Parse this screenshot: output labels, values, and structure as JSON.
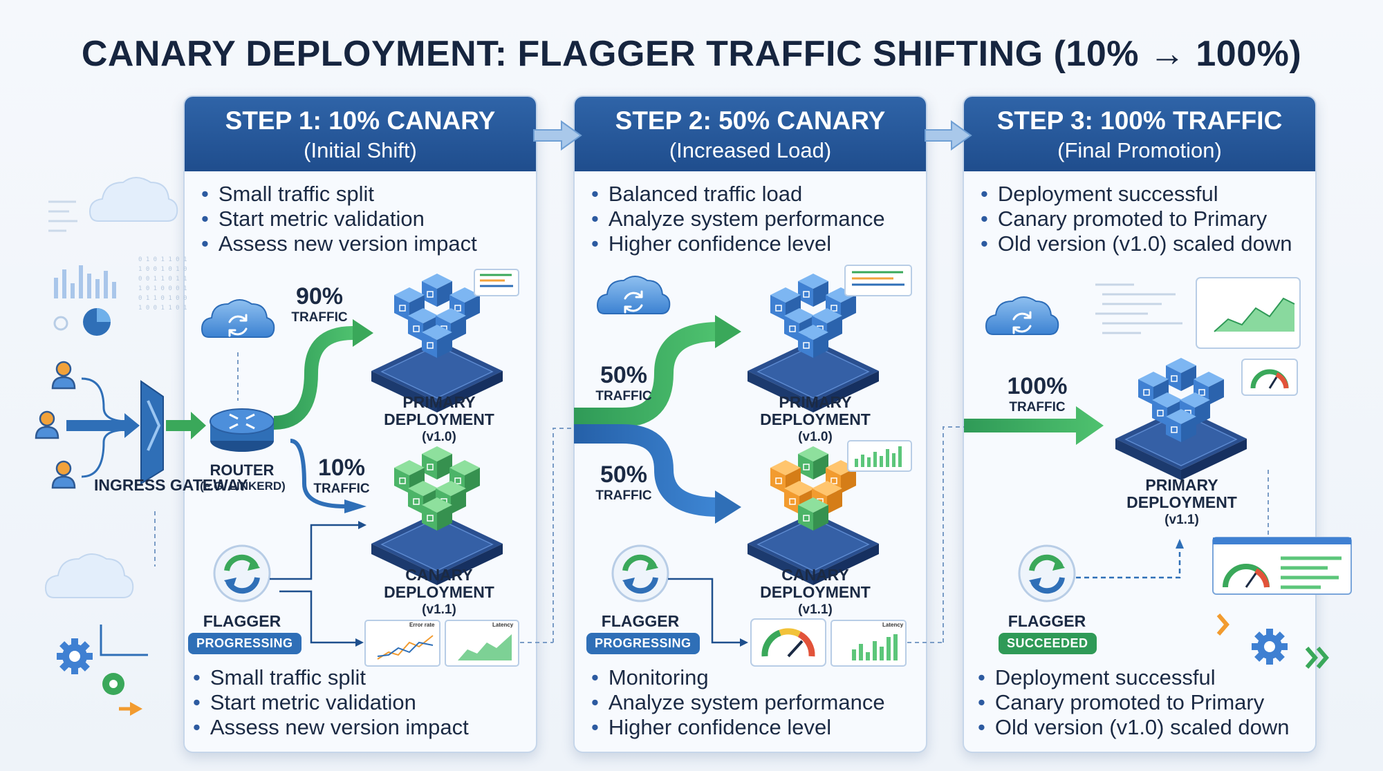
{
  "title": "CANARY DEPLOYMENT: FLAGGER TRAFFIC SHIFTING (10% → 100%)",
  "left": {
    "ingress": "INGRESS GATEWAY",
    "router": "ROUTER",
    "router_sub": "(e.G. LINKERD)"
  },
  "steps": [
    {
      "title": "STEP 1: 10% CANARY",
      "subtitle": "(Initial Shift)",
      "top_bullets": [
        "Small traffic split",
        "Start metric validation",
        "Assess new version impact"
      ],
      "bottom_bullets": [
        "Small traffic split",
        "Start metric validation",
        "Assess new version impact"
      ],
      "primary_pct": "90%",
      "canary_pct": "10%",
      "traffic_label": "TRAFFIC",
      "primary_name": "PRIMARY DEPLOYMENT",
      "primary_ver": "(v1.0)",
      "canary_name": "CANARY DEPLOYMENT",
      "canary_ver": "(v1.1)",
      "flagger": "FLAGGER",
      "status": "PROGRESSING",
      "chart1_title": "Error rate",
      "chart2_title": "Latency"
    },
    {
      "title": "STEP 2: 50% CANARY",
      "subtitle": "(Increased Load)",
      "top_bullets": [
        "Balanced traffic load",
        "Analyze system performance",
        "Higher confidence level"
      ],
      "bottom_bullets": [
        "Monitoring",
        "Analyze system performance",
        "Higher confidence level"
      ],
      "primary_pct": "50%",
      "canary_pct": "50%",
      "traffic_label": "TRAFFIC",
      "primary_name": "PRIMARY DEPLOYMENT",
      "primary_ver": "(v1.0)",
      "canary_name": "CANARY DEPLOYMENT",
      "canary_ver": "(v1.1)",
      "flagger": "FLAGGER",
      "status": "PROGRESSING",
      "chart2_title": "Latency"
    },
    {
      "title": "STEP 3: 100% TRAFFIC",
      "subtitle": "(Final Promotion)",
      "top_bullets": [
        "Deployment successful",
        "Canary promoted to Primary",
        "Old version (v1.0) scaled down"
      ],
      "bottom_bullets": [
        "Deployment successful",
        "Canary promoted to Primary",
        "Old version (v1.0) scaled down"
      ],
      "primary_pct": "100%",
      "traffic_label": "TRAFFIC",
      "primary_name": "PRIMARY DEPLOYMENT",
      "primary_ver": "(v1.1)",
      "flagger": "FLAGGER",
      "status": "SUCCEEDED"
    }
  ],
  "colors": {
    "header_blue": "#2a5c9f",
    "green_flow": "#3aa85a",
    "blue_flow": "#2f6fb7",
    "primary_cube": "#3d7fd0",
    "canary_cube": "#4caf6a",
    "orange_cube": "#f19a2e",
    "progressing": "#2f6fb7",
    "succeeded": "#2f9a57"
  },
  "icons": [
    "user-icon",
    "ingress-gateway-icon",
    "router-icon",
    "cloud-sync-icon",
    "flagger-icon",
    "gauge-icon",
    "gear-icon",
    "chart-icon"
  ]
}
